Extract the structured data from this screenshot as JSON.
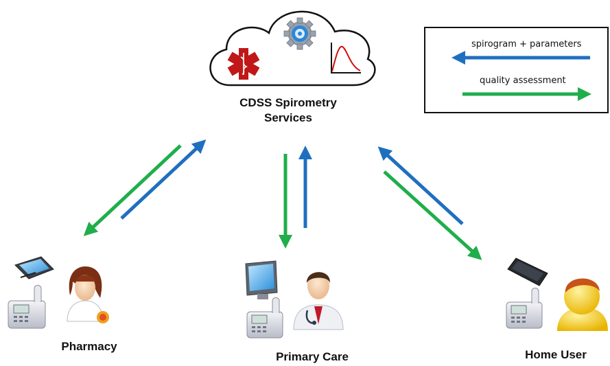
{
  "cloud": {
    "title_line1": "CDSS Spirometry",
    "title_line2": "Services"
  },
  "nodes": {
    "pharmacy": "Pharmacy",
    "primary_care": "Primary Care",
    "home_user": "Home User"
  },
  "legend": {
    "items": [
      {
        "label": "spirogram + parameters",
        "color": "#1f6fbf",
        "direction": "left"
      },
      {
        "label": "quality assessment",
        "color": "#1fae4b",
        "direction": "right"
      }
    ]
  },
  "colors": {
    "upload_arrow": "#1f6fbf",
    "feedback_arrow": "#1fae4b",
    "medical_star": "#c01818",
    "curve": "#d01010"
  },
  "icons": [
    "cloud-icon",
    "medical-star-icon",
    "gear-icon",
    "spirogram-curve-icon",
    "tablet-icon",
    "spirometer-device-icon",
    "pharmacist-avatar-icon",
    "monitor-icon",
    "doctor-avatar-icon",
    "smartphone-icon",
    "user-avatar-icon"
  ]
}
